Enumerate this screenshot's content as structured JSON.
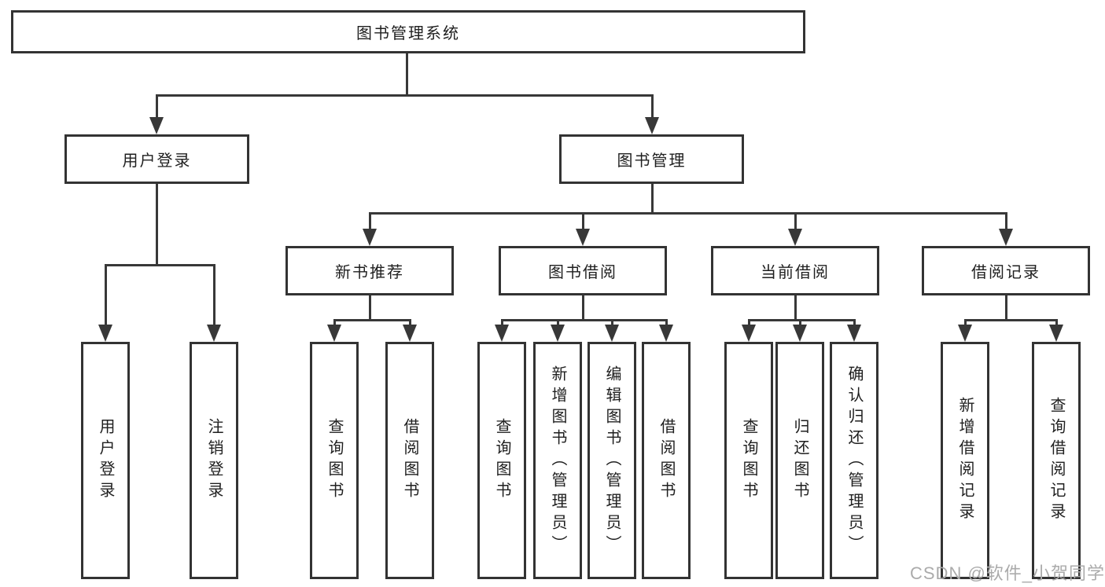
{
  "diagram": {
    "root": {
      "label": "图书管理系统"
    },
    "level2": [
      {
        "label": "用户登录"
      },
      {
        "label": "图书管理"
      }
    ],
    "level3": [
      {
        "label": "新书推荐"
      },
      {
        "label": "图书借阅"
      },
      {
        "label": "当前借阅"
      },
      {
        "label": "借阅记录"
      }
    ],
    "leaves": [
      {
        "label": "用户登录"
      },
      {
        "label": "注销登录"
      },
      {
        "label": "查询图书"
      },
      {
        "label": "借阅图书"
      },
      {
        "label": "查询图书"
      },
      {
        "label": "新增图书（管理员）"
      },
      {
        "label": "编辑图书（管理员）"
      },
      {
        "label": "借阅图书"
      },
      {
        "label": "查询图书"
      },
      {
        "label": "归还图书"
      },
      {
        "label": "确认归还（管理员）"
      },
      {
        "label": "新增借阅记录"
      },
      {
        "label": "查询借阅记录"
      }
    ]
  },
  "watermark": {
    "text": "CSDN @软件_小贺同学"
  },
  "colors": {
    "line": "#383838",
    "border": "#333333",
    "text": "#1f1f1f",
    "watermark": "#ababab",
    "background": "#ffffff"
  }
}
